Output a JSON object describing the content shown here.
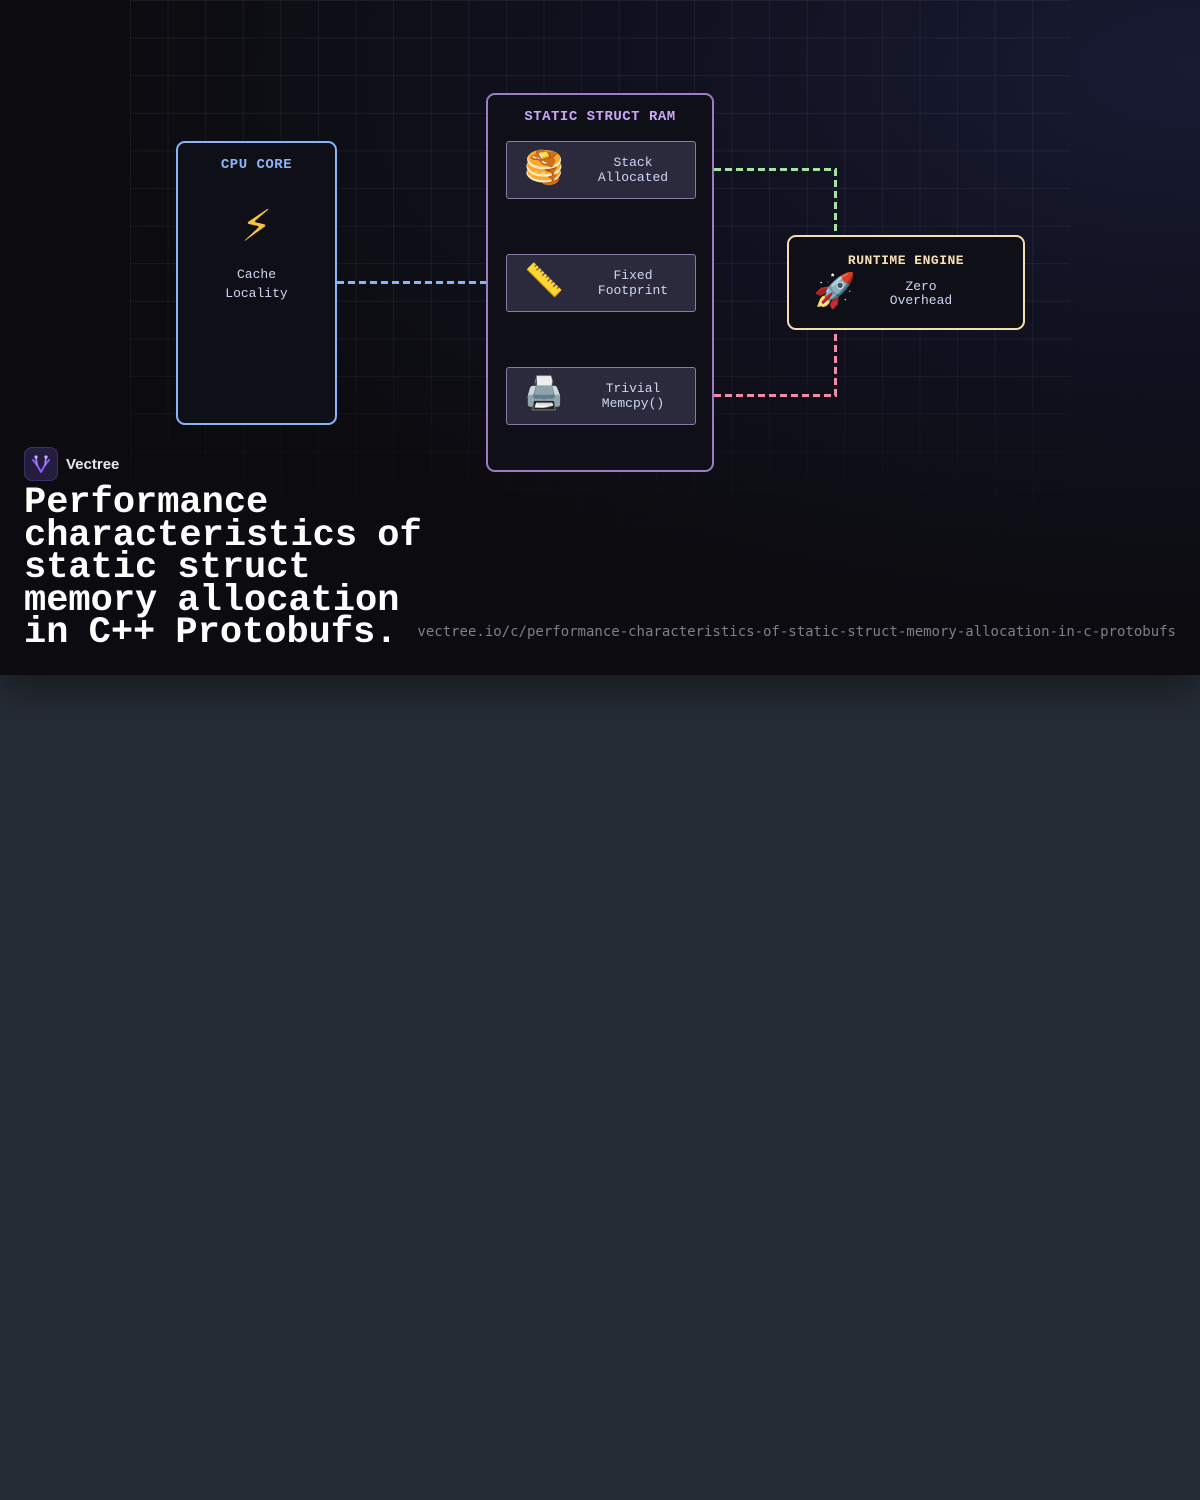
{
  "diagram": {
    "cpu_core": {
      "title": "CPU CORE",
      "icon": "⚡",
      "icon_name": "lightning-icon",
      "label_line1": "Cache",
      "label_line2": "Locality",
      "color": "#89b4fa"
    },
    "static_struct_ram": {
      "title": "STATIC STRUCT RAM",
      "color": "#cba6f7",
      "items": [
        {
          "icon": "🥞",
          "icon_name": "pancakes-icon",
          "line1": "Stack",
          "line2": "Allocated"
        },
        {
          "icon": "📏",
          "icon_name": "ruler-icon",
          "line1": "Fixed",
          "line2": "Footprint"
        },
        {
          "icon": "🖨️",
          "icon_name": "printer-icon",
          "line1": "Trivial",
          "line2": "Memcpy()"
        }
      ]
    },
    "runtime_engine": {
      "title": "RUNTIME ENGINE",
      "icon": "🚀",
      "icon_name": "rocket-icon",
      "label_line1": "Zero",
      "label_line2": "Overhead",
      "color": "#f9e2af"
    },
    "connections": [
      {
        "from": "cpu_core",
        "to": "static_struct_ram",
        "color": "#89b4fa"
      },
      {
        "from": "stack_allocated",
        "to": "runtime_engine",
        "color": "#a6e3a1"
      },
      {
        "from": "trivial_memcpy",
        "to": "runtime_engine",
        "color": "#f38ba8"
      }
    ]
  },
  "brand": {
    "name": "Vectree",
    "logo_icon": "vectree-logo-icon"
  },
  "headline": "Performance characteristics of static struct memory allocation in C++ Protobufs.",
  "url": "vectree.io/c/performance-characteristics-of-static-struct-memory-allocation-in-c-protobufs"
}
